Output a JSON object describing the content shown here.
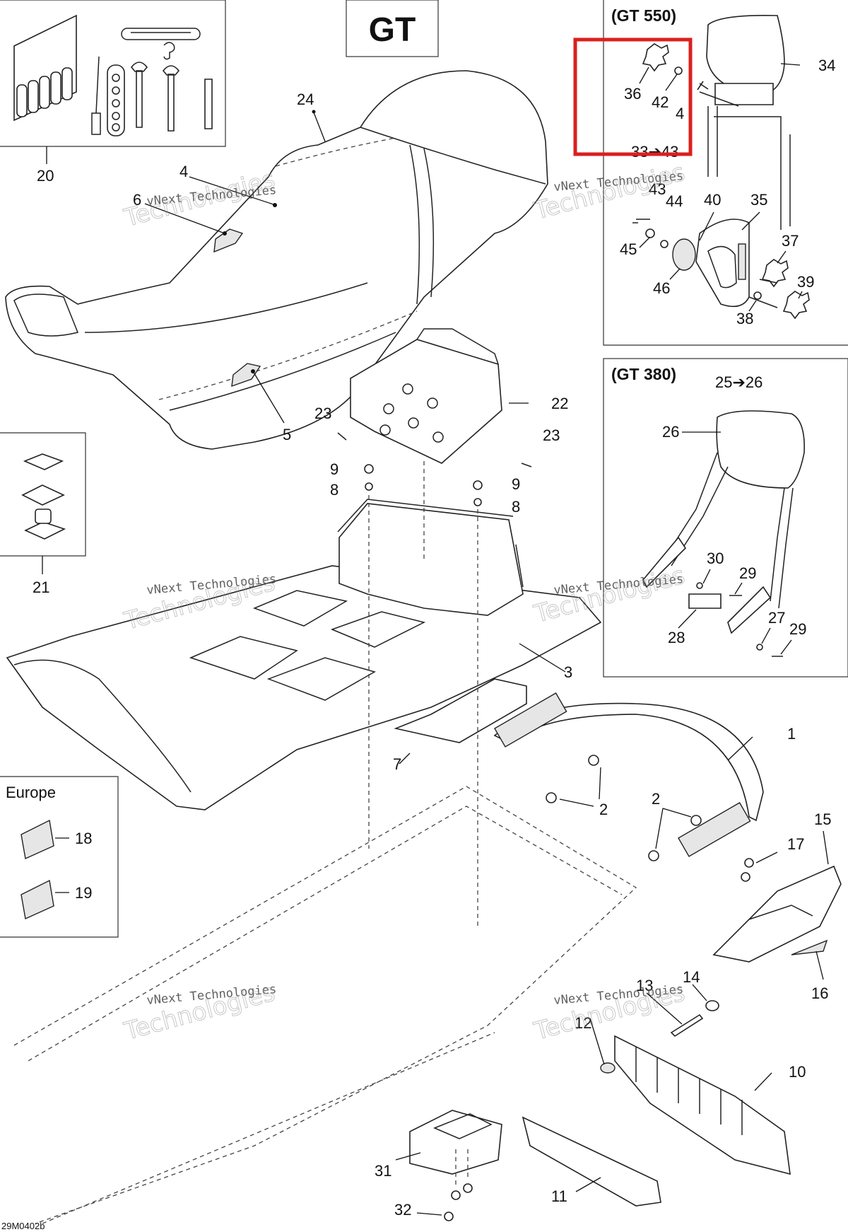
{
  "diagram": {
    "title": "GT",
    "drawing_code": "29M0402b",
    "watermark_text": "vNext Technologies",
    "watermark_outline_text": "Technologies",
    "highlight_color": "#d9201e",
    "insets": {
      "gt550": {
        "title": "(GT 550)"
      },
      "gt380": {
        "title": "(GT 380)",
        "range_label": "25➔26"
      },
      "europe": {
        "title": "Europe"
      }
    },
    "callouts": {
      "c1": "1",
      "c2a": "2",
      "c2b": "2",
      "c3": "3",
      "c4": "4",
      "c4b": "4",
      "c5": "5",
      "c6": "6",
      "c7": "7",
      "c8a": "8",
      "c8b": "8",
      "c9a": "9",
      "c9b": "9",
      "c10": "10",
      "c11": "11",
      "c12": "12",
      "c13": "13",
      "c14": "14",
      "c15": "15",
      "c16": "16",
      "c17": "17",
      "c18": "18",
      "c19": "19",
      "c20": "20",
      "c21": "21",
      "c22": "22",
      "c23a": "23",
      "c23b": "23",
      "c24": "24",
      "c26": "26",
      "c27": "27",
      "c28": "28",
      "c29a": "29",
      "c29b": "29",
      "c30": "30",
      "c31": "31",
      "c32": "32",
      "c33": "33➔43",
      "c34": "34",
      "c35": "35",
      "c36": "36",
      "c37": "37",
      "c38": "38",
      "c39": "39",
      "c40": "40",
      "c42": "42",
      "c43": "43",
      "c44": "44",
      "c45": "45",
      "c46": "46"
    }
  }
}
